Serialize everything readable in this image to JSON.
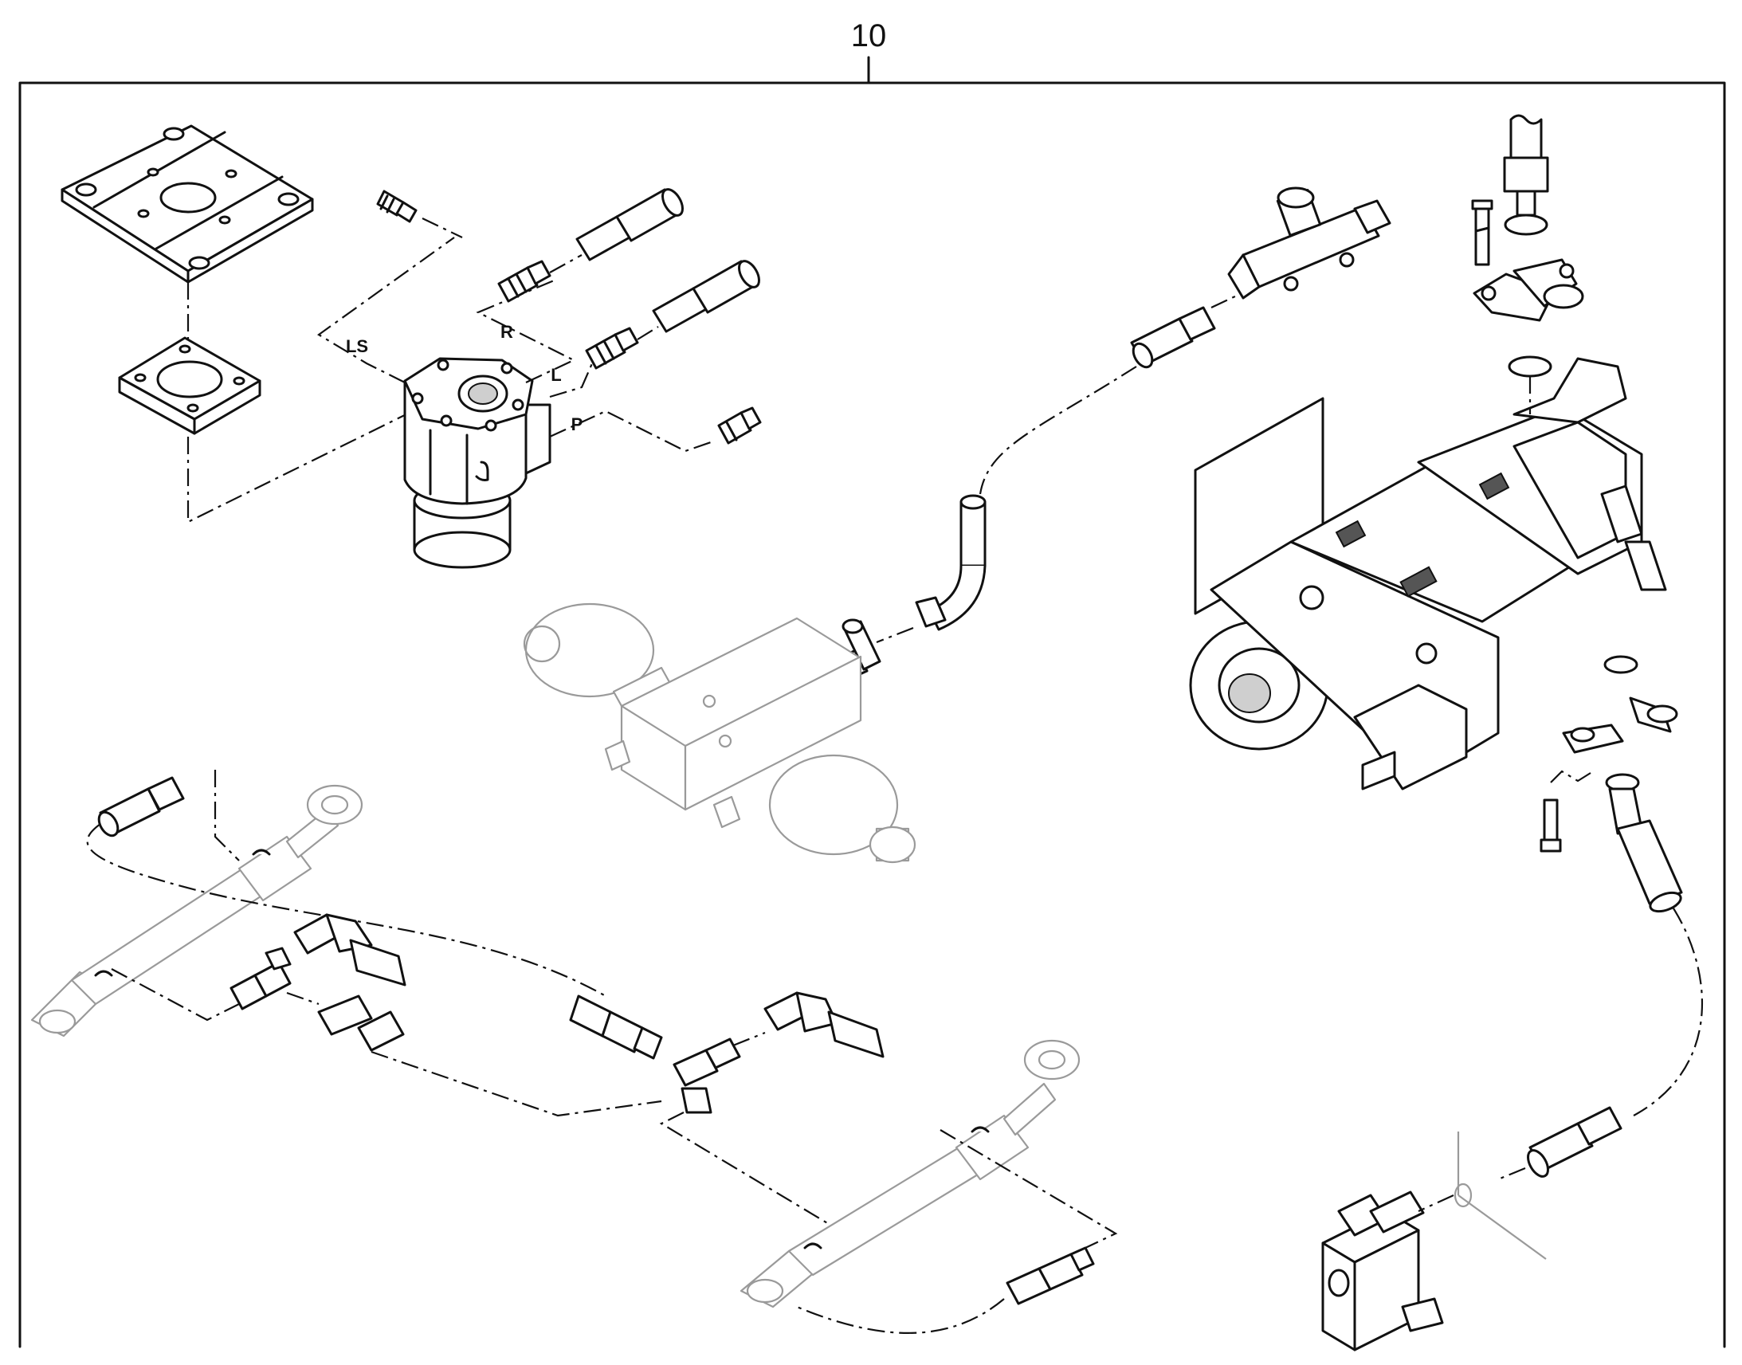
{
  "diagram": {
    "item_number": "10",
    "port_labels": {
      "ls": "LS",
      "r": "R",
      "l": "L",
      "p": "P"
    }
  }
}
